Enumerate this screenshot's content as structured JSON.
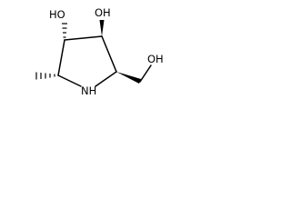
{
  "molecule": {
    "labels": {
      "oh_left": "HO",
      "oh_right": "OH",
      "nh": "NH",
      "oh_chain": "OH"
    },
    "colors": {
      "bond": "#000000",
      "text": "#000000",
      "background": "#ffffff"
    }
  }
}
